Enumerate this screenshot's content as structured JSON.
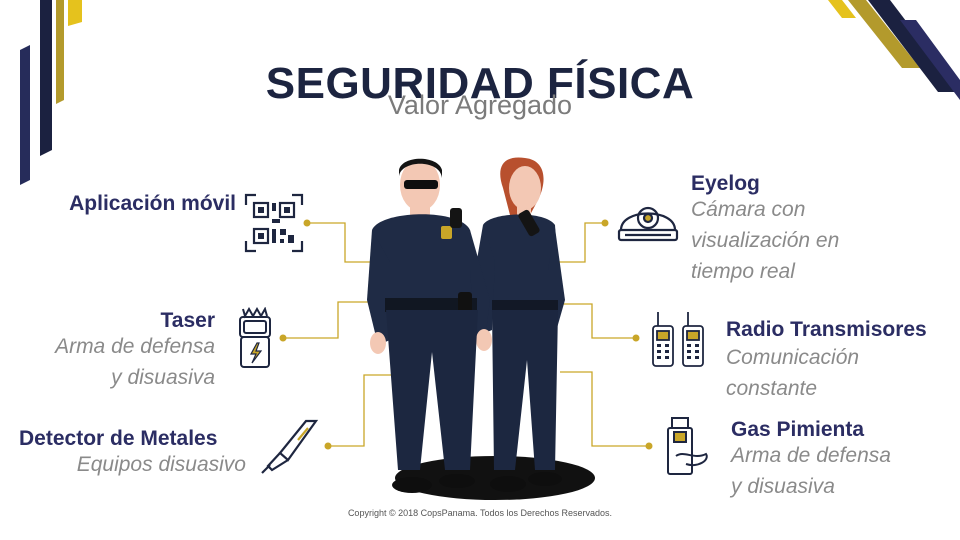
{
  "header": {
    "title": "SEGURIDAD FÍSICA",
    "subtitle": "Valor Agregado"
  },
  "features": {
    "app": {
      "title": "Aplicación móvil",
      "description": "",
      "icon": "qr-code-icon"
    },
    "taser": {
      "title": "Taser",
      "description_lines": [
        "Arma de defensa",
        "y disuasiva"
      ],
      "icon": "taser-icon"
    },
    "detector": {
      "title": "Detector de Metales",
      "description": "Equipos disuasivo",
      "icon": "metal-detector-icon"
    },
    "eyelog": {
      "title": "Eyelog",
      "description_lines": [
        "Cámara con",
        "visualización en",
        "tiempo real"
      ],
      "icon": "dome-camera-icon"
    },
    "radio": {
      "title": "Radio Transmisores",
      "description_lines": [
        "Comunicación",
        "constante"
      ],
      "icon": "radio-icon"
    },
    "gas": {
      "title": "Gas Pimienta",
      "description_lines": [
        "Arma de defensa",
        "y disuasiva"
      ],
      "icon": "pepper-spray-icon"
    }
  },
  "footer": {
    "copyright": "Copyright © 2018 CopsPanama. Todos los Derechos Reservados."
  },
  "colors": {
    "title": "#1c2440",
    "feature_title": "#2b2d63",
    "gold": "#c9a628",
    "navy": "#1e2640",
    "uniform": "#1f2b45",
    "skin": "#f3c8b4"
  }
}
